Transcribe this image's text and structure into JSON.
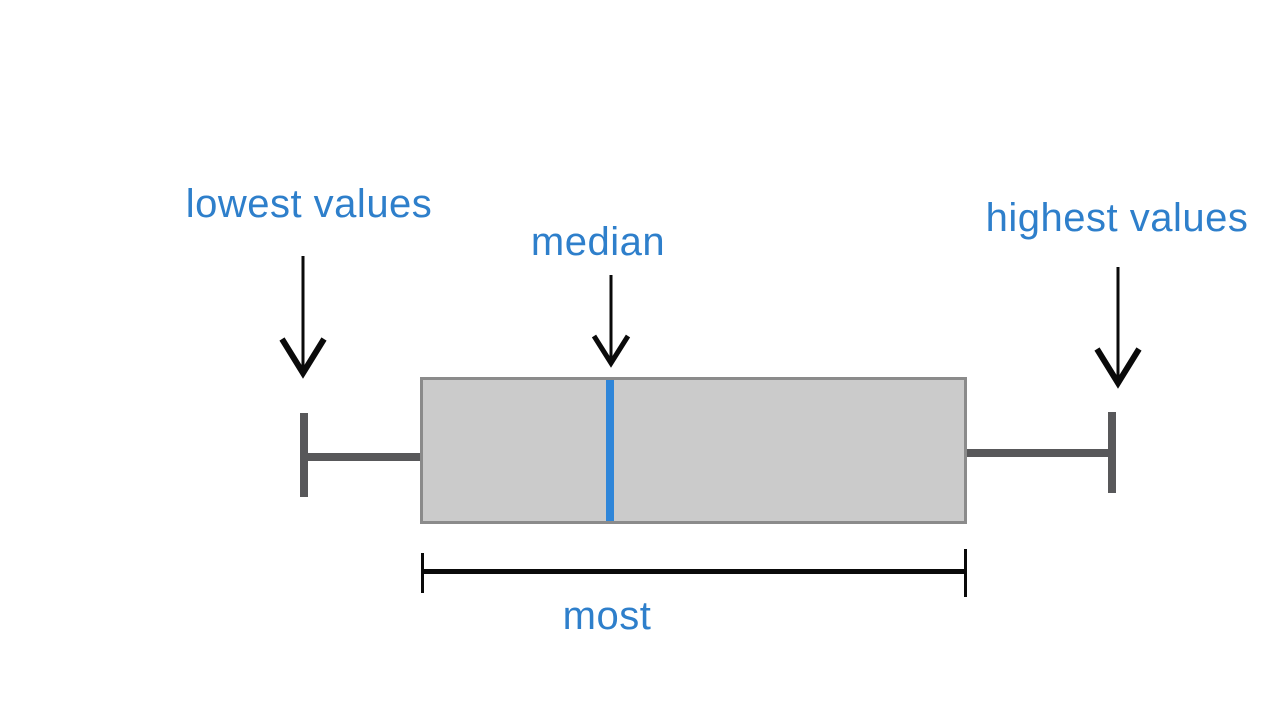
{
  "figure": {
    "type": "boxplot-anatomy-diagram",
    "labels": {
      "lowest": "lowest values",
      "median": "median",
      "highest": "highest values",
      "most": "most"
    },
    "colors": {
      "label_text": "#2e7fcb",
      "median_line": "#2f86d9",
      "box_fill": "#cbcbcb",
      "box_border": "#8b8b8b",
      "whisker": "#58585a",
      "arrow": "#0a0a0a",
      "bracket": "#0a0a0a",
      "background": "#ffffff"
    }
  }
}
